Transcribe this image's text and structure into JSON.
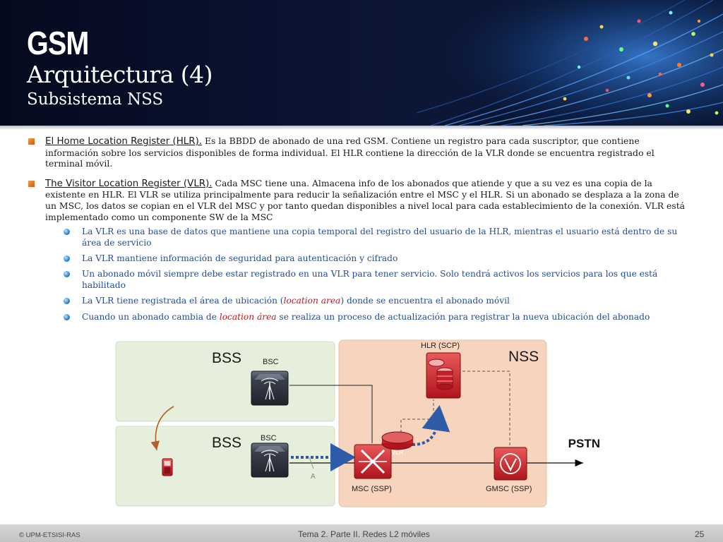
{
  "header": {
    "title": "GSM",
    "subtitle": "Arquitectura (4)",
    "subtitle2": "Subsistema NSS"
  },
  "content": {
    "hlr": {
      "term": "El Home Location Register (HLR).",
      "text": " Es la BBDD de abonado de una red GSM. Contiene un registro para cada suscriptor, que contiene información sobre los servicios disponibles de forma individual. El HLR contiene la dirección de la VLR donde se encuentra registrado el terminal móvil."
    },
    "vlr": {
      "term": " The Visitor Location Register (VLR).",
      "text": "  Cada MSC tiene una. Almacena info de los abonados que atiende y que a su vez es una copia de la existente en HLR. El VLR se utiliza principalmente para reducir la señalización entre el MSC y el HLR. Si un abonado se desplaza a la zona de un MSC, los datos se copian en el VLR del MSC y por tanto quedan disponibles a nivel local para cada establecimiento de la conexión. VLR está implementado como un componente SW de la MSC"
    },
    "sub_bullets": {
      "b1": "La VLR es una base de datos que mantiene una copia temporal del registro del usuario de la HLR, mientras el usuario está dentro de su área de servicio",
      "b2": "La VLR mantiene información de seguridad para autenticación y cifrado",
      "b3": "Un abonado móvil siempre debe estar registrado en una VLR para tener servicio. Solo tendrá activos los servicios para los que está habilitado",
      "b4_pre": "La VLR tiene registrada el área de ubicación (",
      "b4_em": "location area",
      "b4_post": ") donde se encuentra el abonado móvil",
      "b5_pre": "Cuando un abonado cambia de ",
      "b5_em": "location área",
      "b5_post": " se realiza un proceso de actualización para registrar la nueva ubicación del abonado"
    }
  },
  "diagram": {
    "bss_top_label": "BSS",
    "bss_bottom_label": "BSS",
    "nss_label": "NSS",
    "bsc_top_label": "BSC",
    "bsc_bottom_label": "BSC",
    "hlr_label": "HLR (SCP)",
    "vlr_label": "VLR",
    "msc_label": "MSC (SSP)",
    "gmsc_label": "GMSC (SSP)",
    "pstn_label": "PSTN",
    "a_label": "A",
    "colors": {
      "bss_fill": "#e6efdc",
      "nss_fill": "#f7d4bd",
      "node_red": "#c8202a",
      "bsc_dark": "#2e3340",
      "dotted_blue": "#2f5ca8"
    }
  },
  "footer": {
    "left": "© UPM-ETSISI-RAS",
    "center": "Tema 2. Parte II. Redes L2 móviles",
    "page": "25"
  }
}
